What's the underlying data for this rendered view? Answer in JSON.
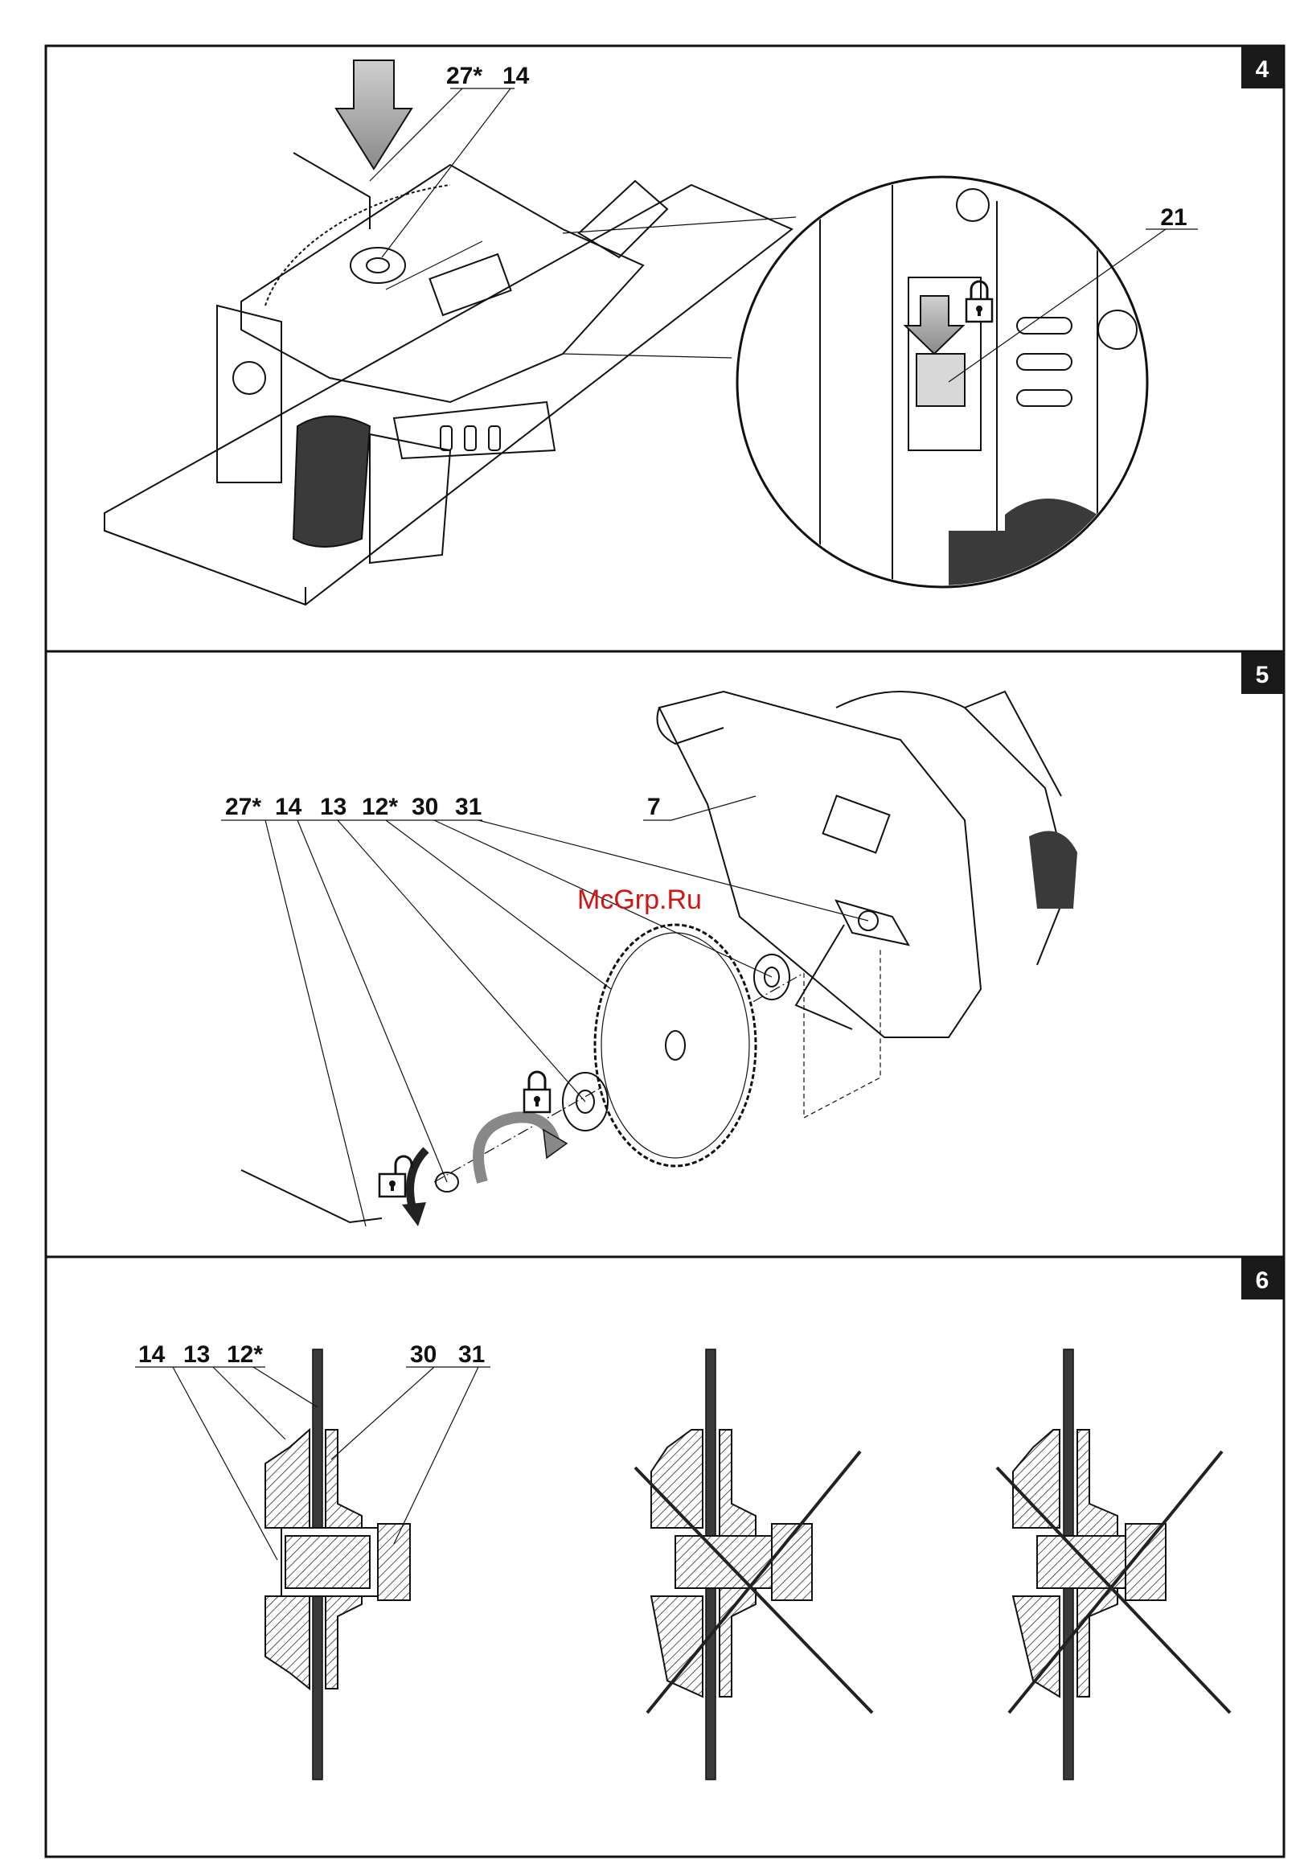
{
  "watermark": "McGrp.Ru",
  "panels": [
    {
      "number": "4",
      "labels": [
        "27*",
        "14",
        "21"
      ]
    },
    {
      "number": "5",
      "labels": [
        "27*",
        "14",
        "13",
        "12*",
        "30",
        "31",
        "7"
      ]
    },
    {
      "number": "6",
      "labels": [
        "14",
        "13",
        "12*",
        "30",
        "31"
      ]
    }
  ],
  "icons": [
    "down-arrow-icon",
    "lock-icon",
    "unlock-icon",
    "rotate-arrow-icon",
    "cross-icon"
  ]
}
